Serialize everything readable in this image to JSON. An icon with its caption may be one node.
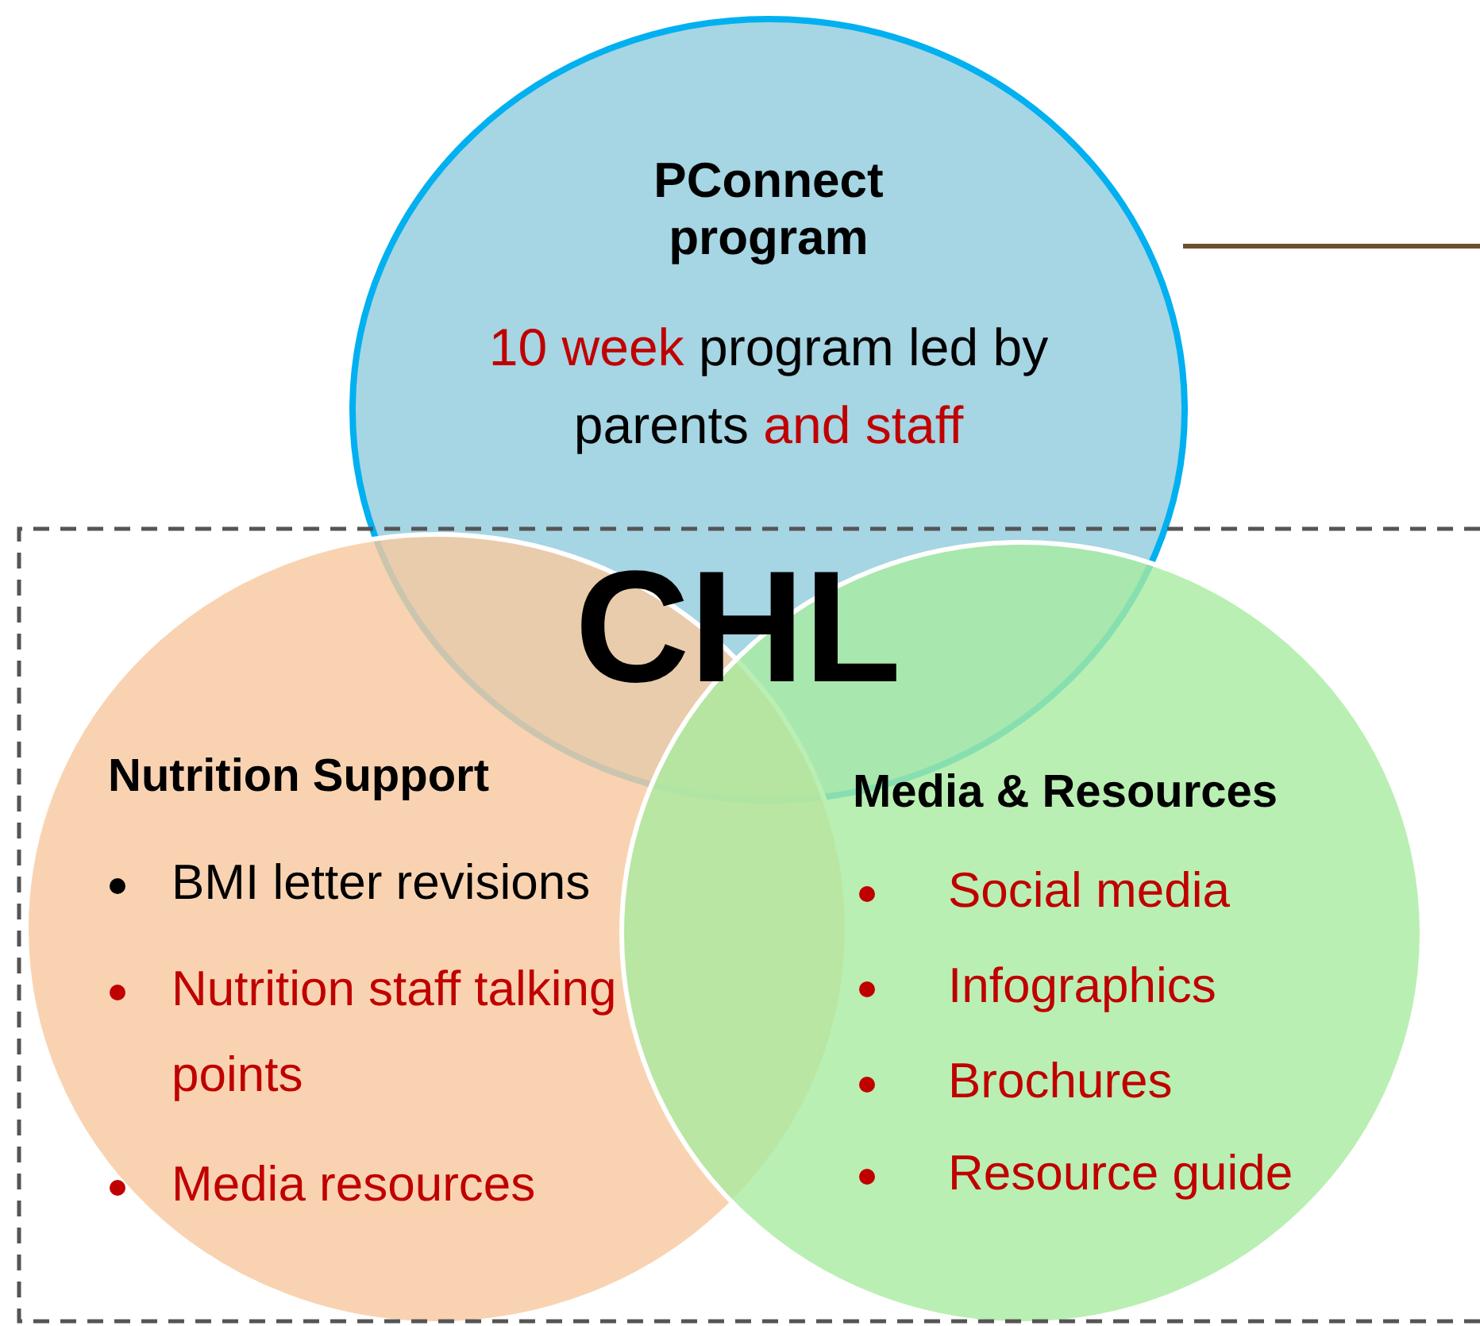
{
  "diagram": {
    "nodes": [
      {
        "text": [
          "PConnect program",
          "10 week",
          "program led by parents",
          "and staff"
        ]
      },
      {
        "text": [
          "Nutrition Support",
          "BMI letter revisions",
          "Nutrition staff talking points",
          "Media resources"
        ]
      },
      {
        "text": [
          "Media & Resources",
          "Social media",
          "Infographics",
          "Brochures",
          "Resource guide"
        ]
      }
    ],
    "labels": [
      "CHL"
    ]
  }
}
